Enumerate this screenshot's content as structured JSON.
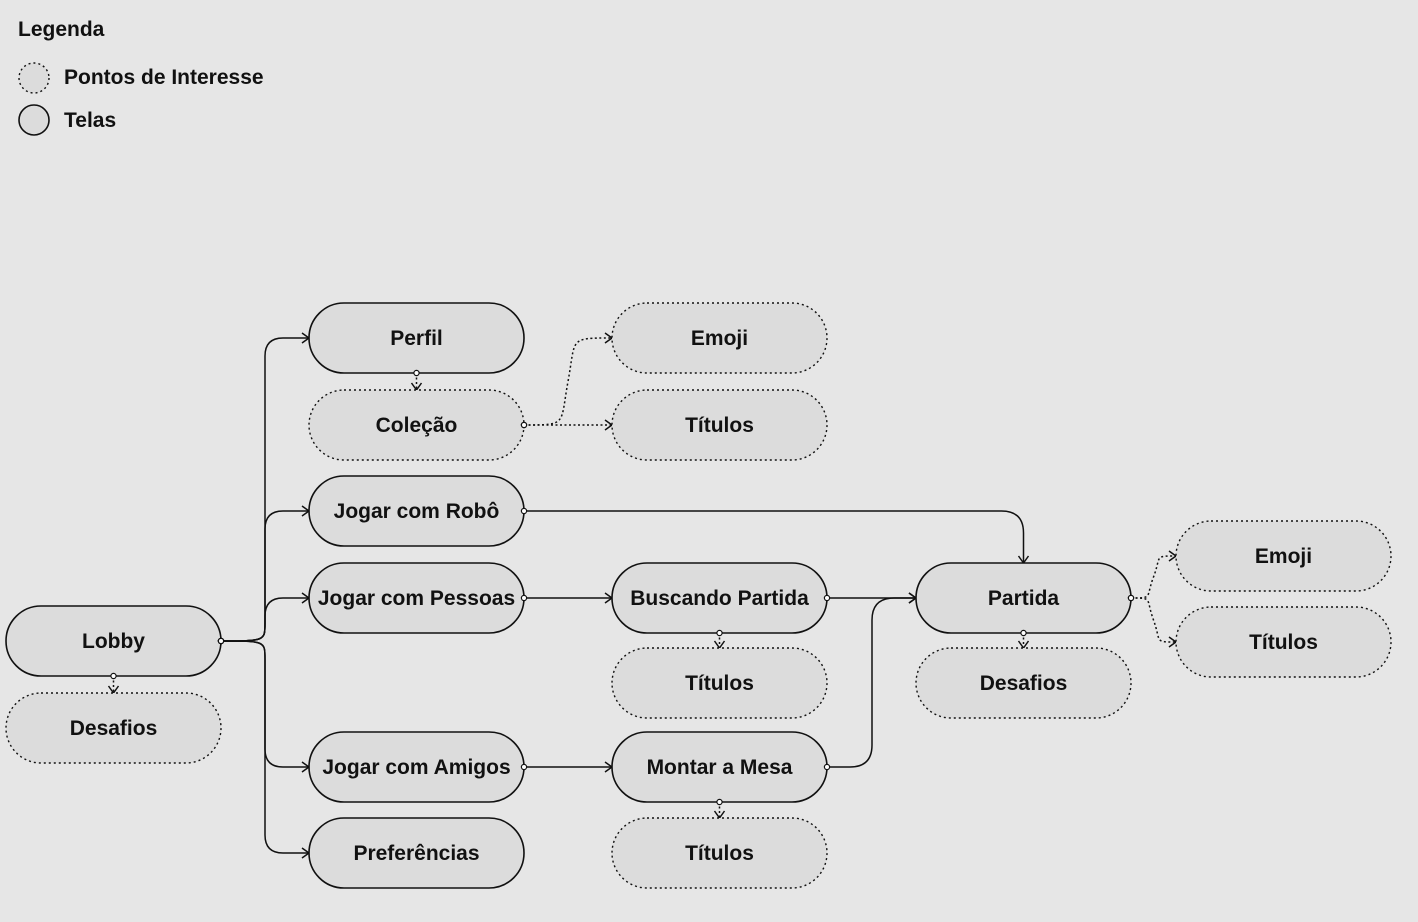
{
  "colors": {
    "background": "#e6e6e6",
    "node_fill": "#dcdcdc",
    "stroke": "#111111"
  },
  "legend": {
    "title": "Legenda",
    "items": [
      {
        "label": "Pontos de Interesse",
        "style": "dotted"
      },
      {
        "label": "Telas",
        "style": "solid"
      }
    ]
  },
  "nodes": [
    {
      "id": "lobby",
      "label": "Lobby",
      "style": "solid"
    },
    {
      "id": "desafios_lobby",
      "label": "Desafios",
      "style": "dotted"
    },
    {
      "id": "perfil",
      "label": "Perfil",
      "style": "solid"
    },
    {
      "id": "colecao",
      "label": "Coleção",
      "style": "dotted"
    },
    {
      "id": "emoji_colecao",
      "label": "Emoji",
      "style": "dotted"
    },
    {
      "id": "titulos_colecao",
      "label": "Títulos",
      "style": "dotted"
    },
    {
      "id": "jogar_robo",
      "label": "Jogar com Robô",
      "style": "solid"
    },
    {
      "id": "jogar_pessoas",
      "label": "Jogar com Pessoas",
      "style": "solid"
    },
    {
      "id": "buscando_partida",
      "label": "Buscando Partida",
      "style": "solid"
    },
    {
      "id": "titulos_buscando",
      "label": "Títulos",
      "style": "dotted"
    },
    {
      "id": "jogar_amigos",
      "label": "Jogar com Amigos",
      "style": "solid"
    },
    {
      "id": "montar_mesa",
      "label": "Montar a Mesa",
      "style": "solid"
    },
    {
      "id": "titulos_montar",
      "label": "Títulos",
      "style": "dotted"
    },
    {
      "id": "preferencias",
      "label": "Preferências",
      "style": "solid"
    },
    {
      "id": "partida",
      "label": "Partida",
      "style": "solid"
    },
    {
      "id": "desafios_partida",
      "label": "Desafios",
      "style": "dotted"
    },
    {
      "id": "emoji_partida",
      "label": "Emoji",
      "style": "dotted"
    },
    {
      "id": "titulos_partida",
      "label": "Títulos",
      "style": "dotted"
    }
  ],
  "edges": [
    {
      "from": "lobby",
      "to": "perfil",
      "style": "solid"
    },
    {
      "from": "lobby",
      "to": "jogar_robo",
      "style": "solid"
    },
    {
      "from": "lobby",
      "to": "jogar_pessoas",
      "style": "solid"
    },
    {
      "from": "lobby",
      "to": "jogar_amigos",
      "style": "solid"
    },
    {
      "from": "lobby",
      "to": "preferencias",
      "style": "solid"
    },
    {
      "from": "lobby",
      "to": "desafios_lobby",
      "style": "dotted"
    },
    {
      "from": "perfil",
      "to": "colecao",
      "style": "dotted"
    },
    {
      "from": "colecao",
      "to": "emoji_colecao",
      "style": "dotted"
    },
    {
      "from": "colecao",
      "to": "titulos_colecao",
      "style": "dotted"
    },
    {
      "from": "jogar_robo",
      "to": "partida",
      "style": "solid"
    },
    {
      "from": "jogar_pessoas",
      "to": "buscando_partida",
      "style": "solid"
    },
    {
      "from": "buscando_partida",
      "to": "partida",
      "style": "solid"
    },
    {
      "from": "buscando_partida",
      "to": "titulos_buscando",
      "style": "dotted"
    },
    {
      "from": "jogar_amigos",
      "to": "montar_mesa",
      "style": "solid"
    },
    {
      "from": "montar_mesa",
      "to": "partida",
      "style": "solid"
    },
    {
      "from": "montar_mesa",
      "to": "titulos_montar",
      "style": "dotted"
    },
    {
      "from": "partida",
      "to": "desafios_partida",
      "style": "dotted"
    },
    {
      "from": "partida",
      "to": "emoji_partida",
      "style": "dotted"
    },
    {
      "from": "partida",
      "to": "titulos_partida",
      "style": "dotted"
    }
  ]
}
